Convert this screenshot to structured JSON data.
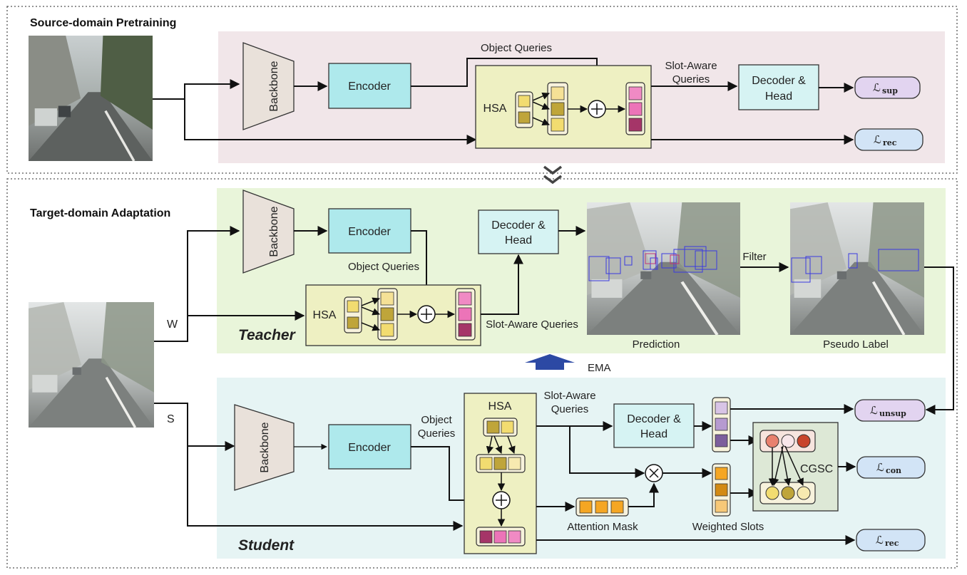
{
  "sections": {
    "source": "Source-domain Pretraining",
    "target": "Target-domain Adaptation"
  },
  "blocks": {
    "backbone": "Backbone",
    "encoder": "Encoder",
    "hsa": "HSA",
    "decoder_line1": "Decoder &",
    "decoder_line2": "Head",
    "cgsc": "CGSC"
  },
  "labels": {
    "object_queries": "Object Queries",
    "object_line1": "Object",
    "queries_line2": "Queries",
    "slot_aware_line1": "Slot-Aware",
    "slot_aware_queries": "Slot-Aware Queries",
    "filter": "Filter",
    "prediction": "Prediction",
    "pseudo_label": "Pseudo Label",
    "ema": "EMA",
    "attention_mask": "Attention Mask",
    "weighted_slots": "Weighted Slots",
    "weak": "W",
    "strong": "S"
  },
  "roles": {
    "teacher": "Teacher",
    "student": "Student"
  },
  "losses": {
    "symbol": "ℒ",
    "sup": "sup",
    "rec": "rec",
    "unsup": "unsup",
    "con": "con"
  },
  "colors": {
    "source_bg": "#f1e6e9",
    "teacher_bg": "#e9f5da",
    "student_bg": "#e6f4f4",
    "backbone": "#e9e1da",
    "encoder": "#aee9ec",
    "decoder": "#d6f3f3",
    "hsa": "#eef0c2",
    "loss_purple": "#e2d4f0",
    "loss_blue": "#d2e4f6",
    "ema_arrow": "#2c49a4"
  }
}
